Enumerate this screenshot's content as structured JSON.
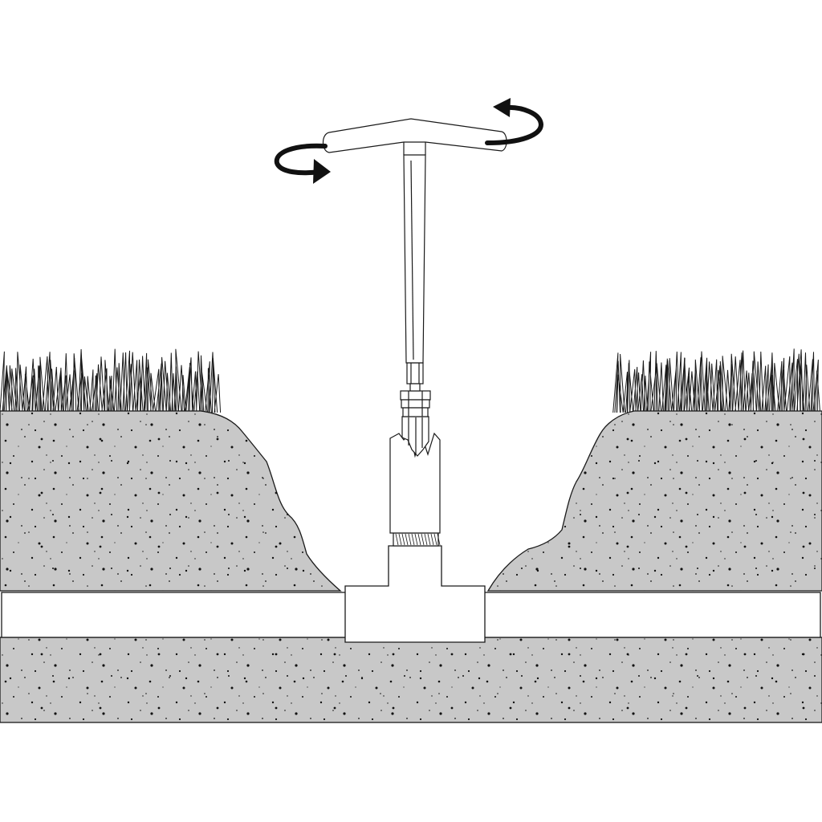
{
  "diagram": {
    "colors": {
      "background": "#ffffff",
      "soil": "#c8c8c8",
      "outline": "#1a1a1a",
      "pipe": "#ffffff",
      "speckle": "#111111",
      "arrow": "#111111"
    },
    "elements": [
      "grass-left",
      "grass-right",
      "soil-left-bank",
      "soil-right-bank",
      "soil-bottom-layer",
      "buried-pipe",
      "tee-fitting",
      "riser-pipe",
      "t-handle-wrench",
      "rotation-arrow-left",
      "rotation-arrow-right"
    ]
  }
}
